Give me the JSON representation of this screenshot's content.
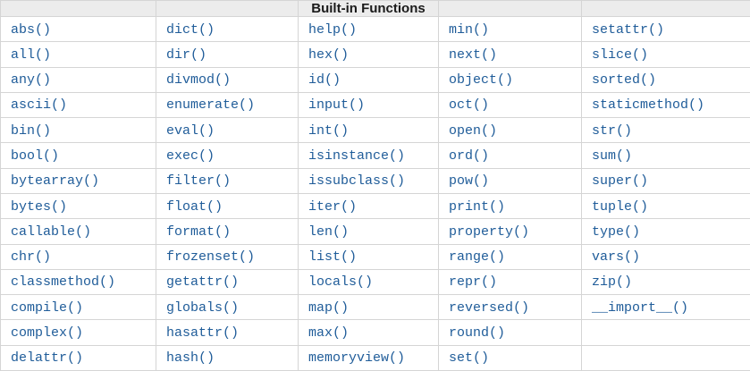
{
  "table": {
    "title": "Built-in Functions",
    "num_columns": 5,
    "num_data_rows": 14,
    "colors": {
      "link": "#1f5c99",
      "header_bg": "#ececec",
      "border": "#d5d5d5",
      "header_text": "#1a1a1a",
      "row_bg": "#ffffff"
    },
    "rows": [
      [
        "abs()",
        "dict()",
        "help()",
        "min()",
        "setattr()"
      ],
      [
        "all()",
        "dir()",
        "hex()",
        "next()",
        "slice()"
      ],
      [
        "any()",
        "divmod()",
        "id()",
        "object()",
        "sorted()"
      ],
      [
        "ascii()",
        "enumerate()",
        "input()",
        "oct()",
        "staticmethod()"
      ],
      [
        "bin()",
        "eval()",
        "int()",
        "open()",
        "str()"
      ],
      [
        "bool()",
        "exec()",
        "isinstance()",
        "ord()",
        "sum()"
      ],
      [
        "bytearray()",
        "filter()",
        "issubclass()",
        "pow()",
        "super()"
      ],
      [
        "bytes()",
        "float()",
        "iter()",
        "print()",
        "tuple()"
      ],
      [
        "callable()",
        "format()",
        "len()",
        "property()",
        "type()"
      ],
      [
        "chr()",
        "frozenset()",
        "list()",
        "range()",
        "vars()"
      ],
      [
        "classmethod()",
        "getattr()",
        "locals()",
        "repr()",
        "zip()"
      ],
      [
        "compile()",
        "globals()",
        "map()",
        "reversed()",
        "__import__()"
      ],
      [
        "complex()",
        "hasattr()",
        "max()",
        "round()",
        ""
      ],
      [
        "delattr()",
        "hash()",
        "memoryview()",
        "set()",
        ""
      ]
    ]
  }
}
